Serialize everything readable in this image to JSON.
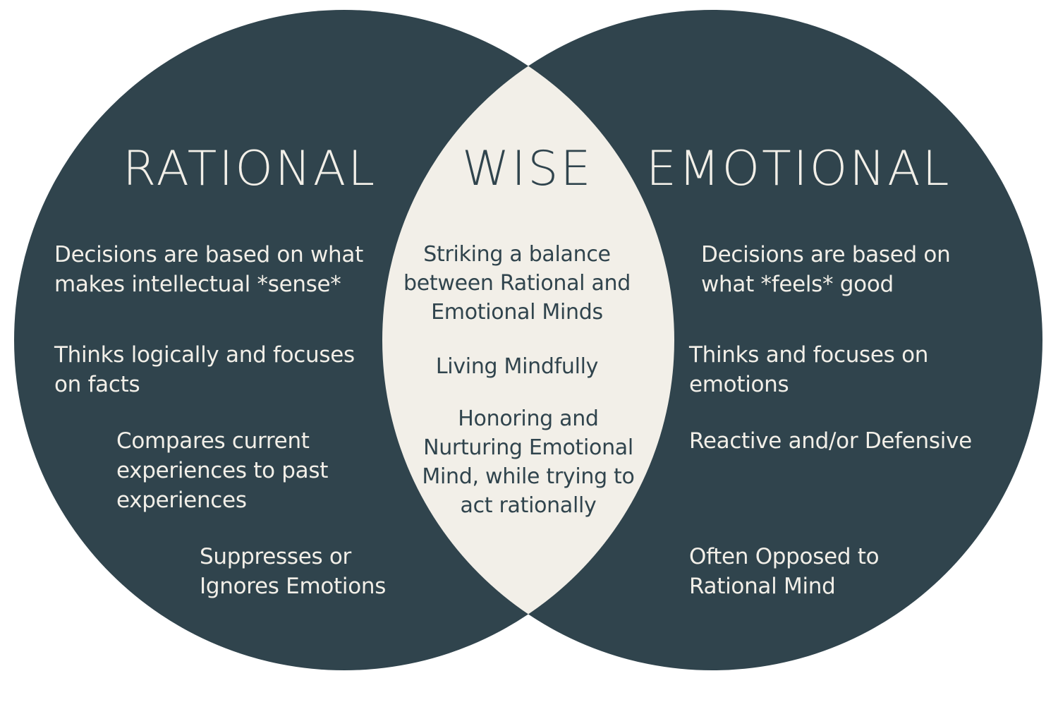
{
  "colors": {
    "circle_fill": "#30444d",
    "overlap_fill": "#f2efe8",
    "light_text": "#f2efe8",
    "dark_text": "#30444d"
  },
  "left": {
    "title": "RATIONAL",
    "items": [
      "Decisions are based on what makes intellectual *sense*",
      "Thinks logically and focuses on facts",
      "Compares current experiences to past experiences",
      "Suppresses or Ignores Emotions"
    ]
  },
  "center": {
    "title": "WISE",
    "items": [
      "Striking a balance between Rational and Emotional Minds",
      "Living Mindfully",
      "Honoring and Nurturing Emotional Mind, while trying to act rationally"
    ]
  },
  "right": {
    "title": "EMOTIONAL",
    "items": [
      "Decisions are based on what *feels* good",
      "Thinks and focuses on emotions",
      "Reactive and/or Defensive",
      "Often Opposed to Rational Mind"
    ]
  }
}
